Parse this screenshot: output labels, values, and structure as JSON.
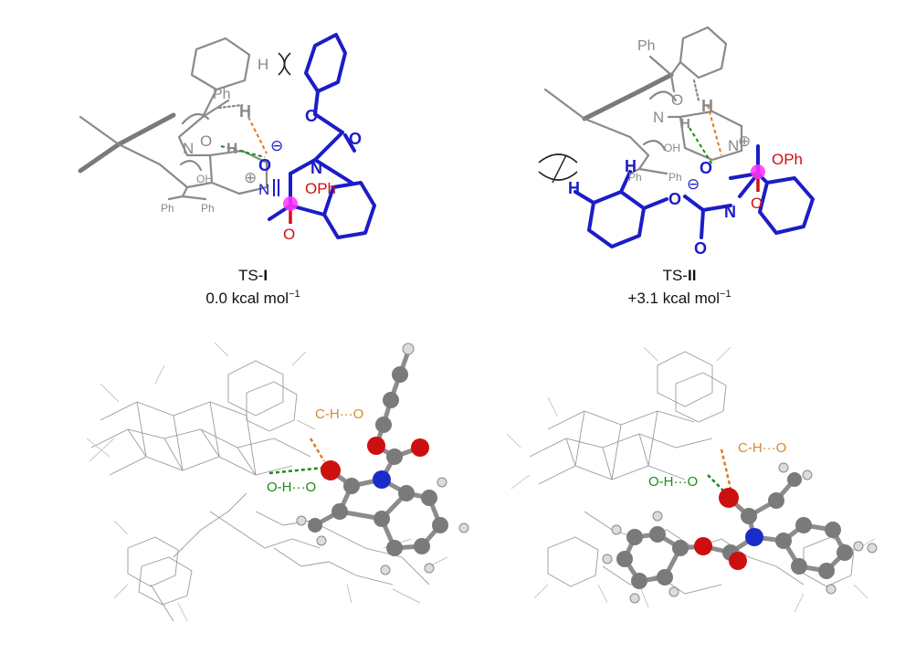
{
  "panels": [
    {
      "id": "ts1",
      "label_prefix": "TS-",
      "label_numeral": "I",
      "energy": "0.0 kcal mol",
      "energy_exp": "−1",
      "scheme_labels": {
        "h_top": "H",
        "h_bold": "H",
        "h_oh": "H",
        "ph_top": "Ph",
        "n": "N",
        "o_h": "O",
        "n_plus": "N",
        "oh": "OH",
        "ph_a": "Ph",
        "ph_b": "Ph",
        "o_minus": "O",
        "n_blue": "N",
        "o_carbonyl_a": "O",
        "o_carbonyl_b": "O",
        "o_ester": "O",
        "oph": "OPh",
        "o_red": "O",
        "minus": "⊖",
        "plus": "⊕"
      },
      "model_labels": {
        "ch_o": "C-H···O",
        "oh_o": "O-H···O"
      }
    },
    {
      "id": "ts2",
      "label_prefix": "TS-",
      "label_numeral": "II",
      "energy": "+3.1 kcal mol",
      "energy_exp": "−1",
      "scheme_labels": {
        "ph_top": "Ph",
        "o_top": "O",
        "n": "N",
        "h_ortho": "H",
        "h_bold": "H",
        "oh": "OH",
        "ph_a": "Ph",
        "ph_b": "Ph",
        "n_plus": "N",
        "oph": "OPh",
        "o_minus": "O",
        "n_blue": "N",
        "o_ester": "O",
        "o_carbonyl": "O",
        "o_red": "O",
        "h_left": "H",
        "h_blue": "H",
        "minus": "⊖",
        "plus": "⊕"
      },
      "model_labels": {
        "ch_o": "C-H···O",
        "oh_o": "O-H···O"
      }
    }
  ],
  "colors": {
    "catalyst_gray": "#8a8a8a",
    "substrate_blue": "#1c1cc8",
    "oxygen_red": "#d01010",
    "highlight_magenta": "#ff33ff",
    "hbond_orange": "#e07a1f",
    "hbond_green": "#1a8c1a",
    "label_orange": "#d4892e",
    "label_green": "#1a8c1a"
  }
}
